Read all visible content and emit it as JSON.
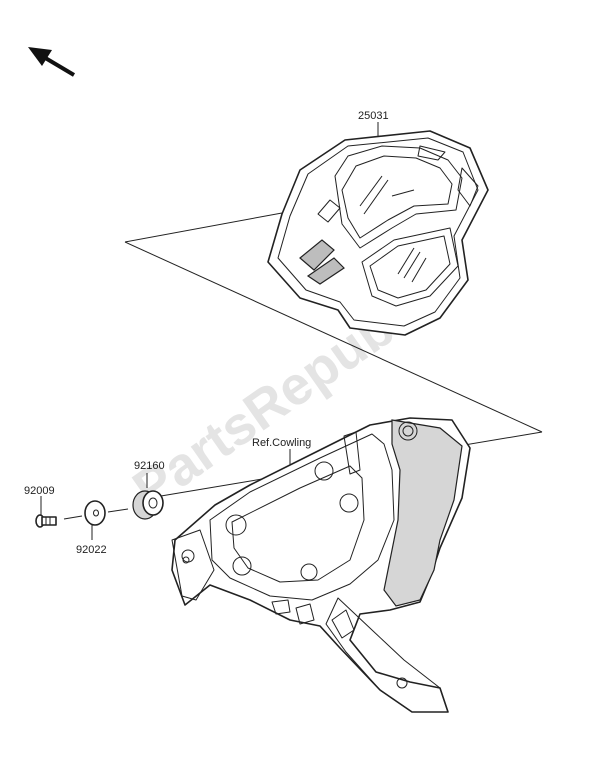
{
  "watermark": "PartsRepublik",
  "parts": {
    "meter": {
      "number": "25031"
    },
    "grommet": {
      "number": "92160"
    },
    "screw": {
      "number": "92009"
    },
    "washer": {
      "number": "92022"
    }
  },
  "references": {
    "cowling": "Ref.Cowling"
  },
  "icons": {
    "direction_arrow": "arrow-up-left-icon"
  }
}
